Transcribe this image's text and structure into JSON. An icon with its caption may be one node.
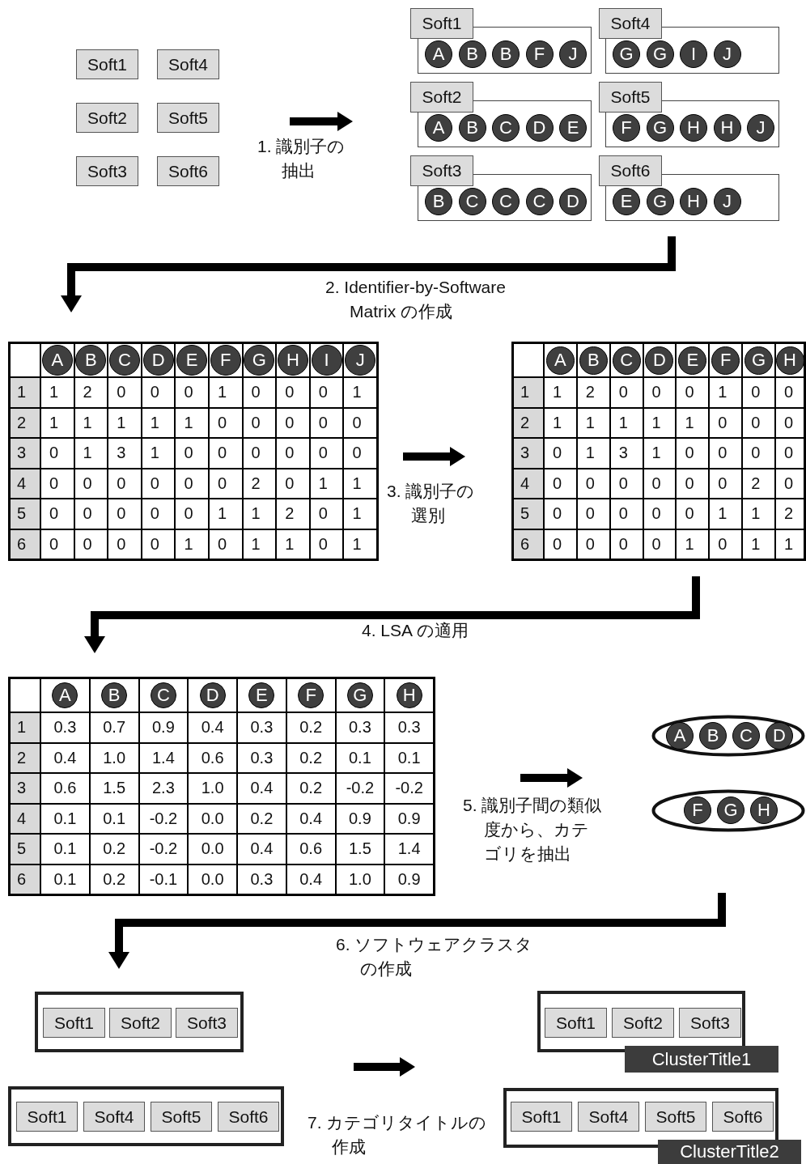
{
  "diagram": {
    "nodes": [
      {
        "text": [
          "Soft1"
        ]
      },
      {
        "text": [
          "Soft4"
        ]
      },
      {
        "text": [
          "Soft2"
        ]
      },
      {
        "text": [
          "Soft5"
        ]
      },
      {
        "text": [
          "Soft3"
        ]
      },
      {
        "text": [
          "Soft6"
        ]
      },
      {
        "text": [
          "Soft1"
        ]
      },
      {
        "text": [],
        "shape": "box"
      },
      {
        "text": [
          "A"
        ],
        "in": 7
      },
      {
        "text": [
          "B"
        ],
        "in": 7
      },
      {
        "text": [
          "B"
        ],
        "in": 7
      },
      {
        "text": [
          "F"
        ],
        "in": 7
      },
      {
        "text": [
          "J"
        ],
        "in": 7
      },
      {
        "text": [
          "Soft4"
        ]
      },
      {
        "text": [],
        "shape": "box"
      },
      {
        "text": [
          "G"
        ],
        "in": 14
      },
      {
        "text": [
          "G"
        ],
        "in": 14
      },
      {
        "text": [
          "I"
        ],
        "in": 14
      },
      {
        "text": [
          "J"
        ],
        "in": 14
      },
      {
        "text": [
          "Soft2"
        ]
      },
      {
        "text": [],
        "shape": "box"
      },
      {
        "text": [
          "A"
        ],
        "in": 20
      },
      {
        "text": [
          "B"
        ],
        "in": 20
      },
      {
        "text": [
          "C"
        ],
        "in": 20
      },
      {
        "text": [
          "D"
        ],
        "in": 20
      },
      {
        "text": [
          "E"
        ],
        "in": 20
      },
      {
        "text": [
          "Soft5"
        ]
      },
      {
        "text": [],
        "shape": "box"
      },
      {
        "text": [
          "F"
        ],
        "in": 27
      },
      {
        "text": [
          "G"
        ],
        "in": 27
      },
      {
        "text": [
          "H"
        ],
        "in": 27
      },
      {
        "text": [
          "H"
        ],
        "in": 27
      },
      {
        "text": [
          "J"
        ],
        "in": 27
      },
      {
        "text": [
          "Soft3"
        ]
      },
      {
        "text": [],
        "shape": "box"
      },
      {
        "text": [
          "B"
        ],
        "in": 34
      },
      {
        "text": [
          "C"
        ],
        "in": 34
      },
      {
        "text": [
          "C"
        ],
        "in": 34
      },
      {
        "text": [
          "C"
        ],
        "in": 34
      },
      {
        "text": [
          "D"
        ],
        "in": 34
      },
      {
        "text": [
          "Soft6"
        ]
      },
      {
        "text": [],
        "shape": "box"
      },
      {
        "text": [
          "E"
        ],
        "in": 41
      },
      {
        "text": [
          "G"
        ],
        "in": 41
      },
      {
        "text": [
          "H"
        ],
        "in": 41
      },
      {
        "text": [
          "J"
        ],
        "in": 41
      },
      {
        "text": [],
        "shape": "table"
      },
      {
        "text": [
          "A"
        ],
        "in": 46
      },
      {
        "text": [
          "B"
        ],
        "in": 46
      },
      {
        "text": [
          "C"
        ],
        "in": 46
      },
      {
        "text": [
          "D"
        ],
        "in": 46
      },
      {
        "text": [
          "E"
        ],
        "in": 46
      },
      {
        "text": [
          "F"
        ],
        "in": 46
      },
      {
        "text": [
          "G"
        ],
        "in": 46
      },
      {
        "text": [
          "H"
        ],
        "in": 46
      },
      {
        "text": [
          "I"
        ],
        "in": 46
      },
      {
        "text": [
          "J"
        ],
        "in": 46
      },
      {
        "text": [],
        "shape": "table"
      },
      {
        "text": [
          "A"
        ],
        "in": 57
      },
      {
        "text": [
          "B"
        ],
        "in": 57
      },
      {
        "text": [
          "C"
        ],
        "in": 57
      },
      {
        "text": [
          "D"
        ],
        "in": 57
      },
      {
        "text": [
          "E"
        ],
        "in": 57
      },
      {
        "text": [
          "F"
        ],
        "in": 57
      },
      {
        "text": [
          "G"
        ],
        "in": 57
      },
      {
        "text": [
          "H"
        ],
        "in": 57
      },
      {
        "text": [],
        "shape": "table"
      },
      {
        "text": [
          "A"
        ],
        "in": 66
      },
      {
        "text": [
          "B"
        ],
        "in": 66
      },
      {
        "text": [
          "C"
        ],
        "in": 66
      },
      {
        "text": [
          "D"
        ],
        "in": 66
      },
      {
        "text": [
          "E"
        ],
        "in": 66
      },
      {
        "text": [
          "F"
        ],
        "in": 66
      },
      {
        "text": [
          "G"
        ],
        "in": 66
      },
      {
        "text": [
          "H"
        ],
        "in": 66
      },
      {
        "text": [],
        "shape": "ellipse"
      },
      {
        "text": [
          "A"
        ],
        "in": 75
      },
      {
        "text": [
          "B"
        ],
        "in": 75
      },
      {
        "text": [
          "C"
        ],
        "in": 75
      },
      {
        "text": [
          "D"
        ],
        "in": 75
      },
      {
        "text": [],
        "shape": "ellipse"
      },
      {
        "text": [
          "F"
        ],
        "in": 80
      },
      {
        "text": [
          "G"
        ],
        "in": 80
      },
      {
        "text": [
          "H"
        ],
        "in": 80
      },
      {
        "text": [],
        "shape": "box"
      },
      {
        "text": [
          "Soft1"
        ],
        "in": 84
      },
      {
        "text": [
          "Soft2"
        ],
        "in": 84
      },
      {
        "text": [
          "Soft3"
        ],
        "in": 84
      },
      {
        "text": [],
        "shape": "box"
      },
      {
        "text": [
          "Soft1"
        ],
        "in": 88
      },
      {
        "text": [
          "Soft4"
        ],
        "in": 88
      },
      {
        "text": [
          "Soft5"
        ],
        "in": 88
      },
      {
        "text": [
          "Soft6"
        ],
        "in": 88
      },
      {
        "text": [],
        "shape": "box"
      },
      {
        "text": [
          "Soft1"
        ],
        "in": 93
      },
      {
        "text": [
          "Soft2"
        ],
        "in": 93
      },
      {
        "text": [
          "Soft3"
        ],
        "in": 93
      },
      {
        "text": [
          "ClusterTitle1"
        ]
      },
      {
        "text": [],
        "shape": "box"
      },
      {
        "text": [
          "Soft1"
        ],
        "in": 98
      },
      {
        "text": [
          "Soft4"
        ],
        "in": 98
      },
      {
        "text": [
          "Soft5"
        ],
        "in": 98
      },
      {
        "text": [
          "Soft6"
        ],
        "in": 98
      },
      {
        "text": [
          "ClusterTitle2"
        ]
      }
    ],
    "labels": [
      "1. 識別子の抽出",
      "2. Identifier-by-Software Matrix の作成",
      "1",
      "1",
      "2",
      "0",
      "0",
      "0",
      "1",
      "0",
      "0",
      "0",
      "1",
      "2",
      "1",
      "1",
      "1",
      "1",
      "1",
      "0",
      "0",
      "0",
      "0",
      "0",
      "3",
      "0",
      "1",
      "3",
      "1",
      "0",
      "0",
      "0",
      "0",
      "0",
      "0",
      "4",
      "0",
      "0",
      "0",
      "0",
      "0",
      "0",
      "2",
      "0",
      "1",
      "1",
      "5",
      "0",
      "0",
      "0",
      "0",
      "0",
      "1",
      "1",
      "2",
      "0",
      "1",
      "6",
      "0",
      "0",
      "0",
      "0",
      "1",
      "0",
      "1",
      "1",
      "0",
      "1",
      "3. 識別子の選別",
      "1",
      "1",
      "2",
      "0",
      "0",
      "0",
      "1",
      "0",
      "0",
      "2",
      "1",
      "1",
      "1",
      "1",
      "1",
      "0",
      "0",
      "0",
      "3",
      "0",
      "1",
      "3",
      "1",
      "0",
      "0",
      "0",
      "0",
      "4",
      "0",
      "0",
      "0",
      "0",
      "0",
      "0",
      "2",
      "0",
      "5",
      "0",
      "0",
      "0",
      "0",
      "0",
      "1",
      "1",
      "2",
      "6",
      "0",
      "0",
      "0",
      "0",
      "1",
      "0",
      "1",
      "1",
      "4. LSA の適用",
      "1",
      "0.3",
      "0.7",
      "0.9",
      "0.4",
      "0.3",
      "0.2",
      "0.3",
      "0.3",
      "2",
      "0.4",
      "1.0",
      "1.4",
      "0.6",
      "0.3",
      "0.2",
      "0.1",
      "0.1",
      "3",
      "0.6",
      "1.5",
      "2.3",
      "1.0",
      "0.4",
      "0.2",
      "-0.2",
      "-0.2",
      "4",
      "0.1",
      "0.1",
      "-0.2",
      "0.0",
      "0.2",
      "0.4",
      "0.9",
      "0.9",
      "5",
      "0.1",
      "0.2",
      "-0.2",
      "0.0",
      "0.4",
      "0.6",
      "1.5",
      "1.4",
      "6",
      "0.1",
      "0.2",
      "-0.1",
      "0.0",
      "0.3",
      "0.4",
      "1.0",
      "0.9",
      "5. 識別子間の類似度から、カテゴリを抽出",
      "6. ソフトウェアクラスタの作成",
      "7. カテゴリタイトルの作成"
    ]
  }
}
